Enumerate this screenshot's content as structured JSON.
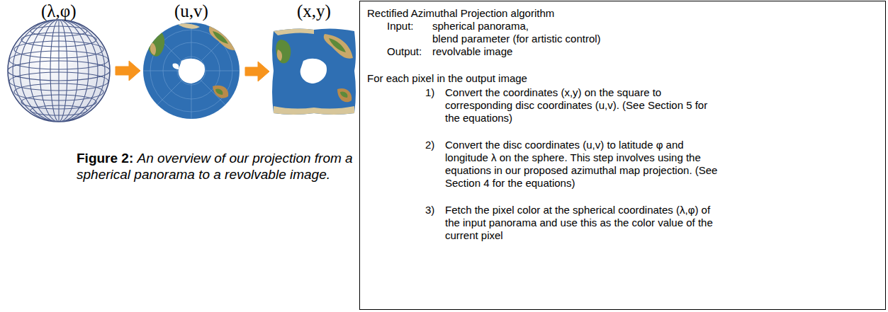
{
  "diagram": {
    "caption": "An overview of our projection from a spherical panorama to a revolvable image.",
    "nodes": [
      {
        "text": [
          "(λ,φ)"
        ]
      },
      {
        "text": [
          "(u,v)"
        ]
      },
      {
        "text": [
          "(x,y)"
        ]
      },
      {
        "text": [
          "Rectified Azimuthal Projection algorithm",
          "Input:",
          "spherical panorama,",
          "blend parameter (for artistic control)",
          "Output:",
          "revolvable image",
          "For each pixel in the output image",
          "1)",
          "Convert the coordinates (x,y) on the square to corresponding disc coordinates (u,v). (See Section 5 for the equations)",
          "2)",
          "Convert the disc coordinates (u,v) to latitude φ and longitude λ on the sphere. This step involves using the equations in our proposed azimuthal map projection. (See Section 4 for the equations)",
          "3)",
          "Fetch the pixel color at the spherical coordinates (λ,φ) of the input panorama and use this as the color value of the current pixel"
        ]
      }
    ],
    "edges": [
      {
        "from": 0,
        "to": 1,
        "arrow": "to"
      },
      {
        "from": 1,
        "to": 2,
        "arrow": "to"
      }
    ],
    "labels": [
      "Figure 2:"
    ]
  }
}
